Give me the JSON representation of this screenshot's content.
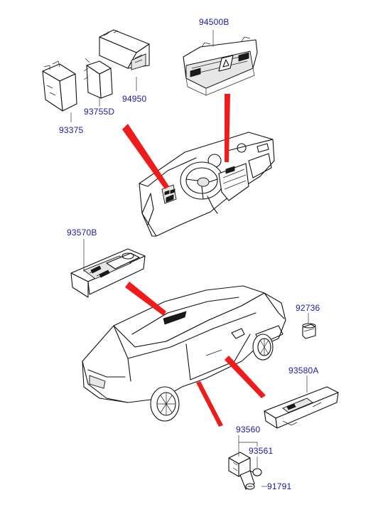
{
  "parts": {
    "p94500B": "94500B",
    "p94950": "94950",
    "p93755D": "93755D",
    "p93375": "93375",
    "p93570B": "93570B",
    "p92736": "92736",
    "p93580A": "93580A",
    "p93560": "93560",
    "p93561": "93561",
    "p91791": "91791"
  },
  "colors": {
    "label": "#1a1aa6",
    "arrow": "#ee1c1c",
    "line": "#111111"
  }
}
